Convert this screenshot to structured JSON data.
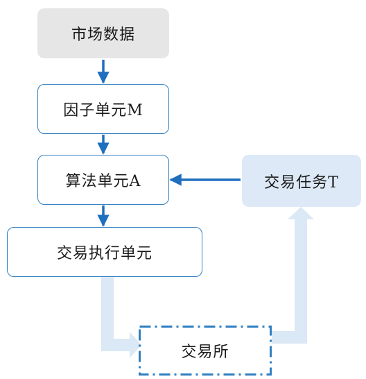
{
  "diagram": {
    "nodes": {
      "market_data": "市场数据",
      "factor_unit": "因子单元M",
      "algorithm_unit": "算法单元A",
      "trade_task": "交易任务T",
      "execution_unit": "交易执行单元",
      "exchange": "交易所"
    },
    "edges": [
      {
        "from": "market_data",
        "to": "factor_unit",
        "style": "solid-blue-arrow"
      },
      {
        "from": "factor_unit",
        "to": "algorithm_unit",
        "style": "solid-blue-arrow"
      },
      {
        "from": "trade_task",
        "to": "algorithm_unit",
        "style": "solid-blue-arrow"
      },
      {
        "from": "algorithm_unit",
        "to": "execution_unit",
        "style": "solid-blue-arrow"
      },
      {
        "from": "execution_unit",
        "to": "exchange",
        "style": "light-blue-block-arrow"
      },
      {
        "from": "exchange",
        "to": "trade_task",
        "style": "light-blue-block-arrow"
      }
    ],
    "colors": {
      "arrow_blue": "#1f6fbf",
      "border_blue": "#2f7fc1",
      "light_blue_fill": "#dde9f6",
      "light_arrow": "#dbe8f5",
      "gray_fill": "#e6e6e6"
    }
  }
}
